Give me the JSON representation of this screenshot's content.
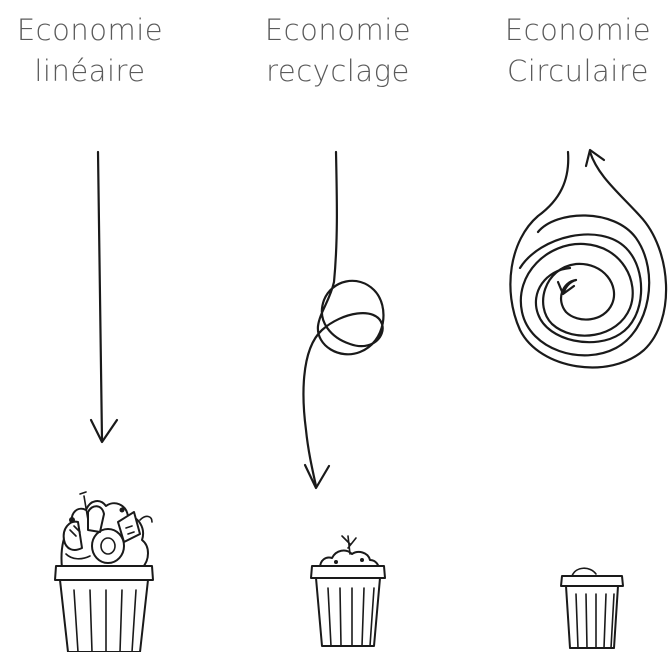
{
  "columns": [
    {
      "id": "linear",
      "title_line1": "Economie",
      "title_line2": "linéaire",
      "arrow_type": "straight-arrow",
      "bin_fill_level": "full"
    },
    {
      "id": "recycle",
      "title_line1": "Economie",
      "title_line2": "recyclage",
      "arrow_type": "looped-arrow",
      "bin_fill_level": "small"
    },
    {
      "id": "circular",
      "title_line1": "Economie",
      "title_line2": "Circulaire",
      "arrow_type": "spiral-arrow",
      "bin_fill_level": "almost-empty"
    }
  ],
  "colors": {
    "title_text": "#5a5a5a",
    "ink": "#1a1a1a",
    "background": "#ffffff"
  }
}
